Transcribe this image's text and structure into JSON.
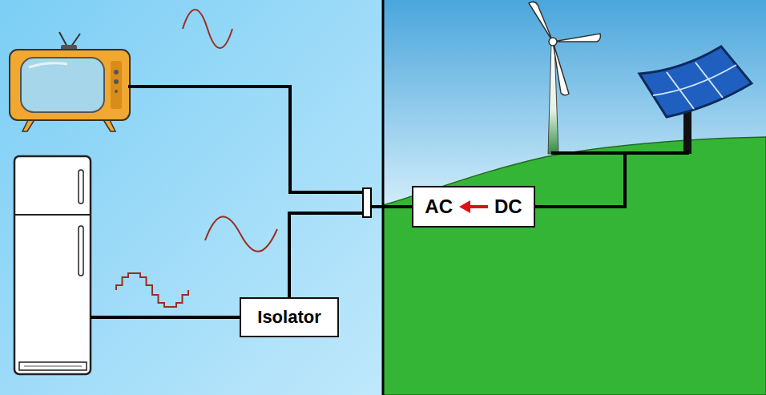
{
  "diagram": {
    "nodes": [
      {
        "text": [
          "AC",
          "DC"
        ]
      },
      {
        "text": [
          "Isolator"
        ]
      }
    ],
    "edges": [
      {
        "from": 0,
        "to": 1,
        "arrow": "none"
      }
    ]
  }
}
